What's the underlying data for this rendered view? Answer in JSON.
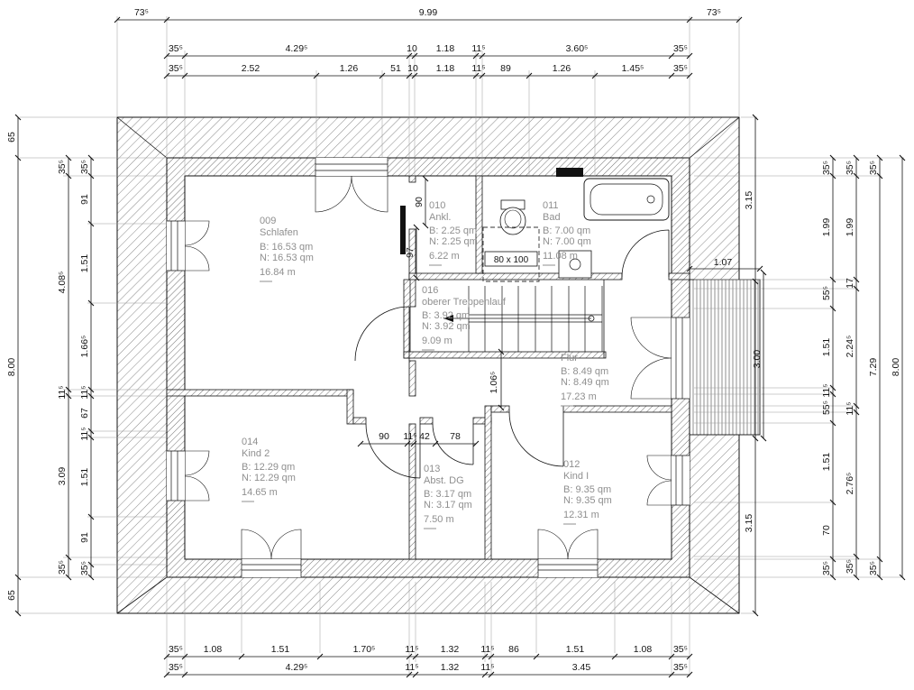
{
  "colors": {
    "line": "#141414",
    "room_text": "#8f8f8f"
  },
  "skylight_label": "80 x 100",
  "rooms": [
    {
      "id": "009",
      "name": "Schlafen",
      "b": "B: 16.53 qm",
      "n": "N: 16.53 qm",
      "u": "16.84 m"
    },
    {
      "id": "010",
      "name": "Ankl.",
      "b": "B: 2.25 qm",
      "n": "N: 2.25 qm",
      "u": "6.22 m"
    },
    {
      "id": "011",
      "name": "Bad",
      "b": "B: 7.00 qm",
      "n": "N: 7.00 qm",
      "u": "11.08 m"
    },
    {
      "id": "016",
      "name": "oberer Treppenlauf",
      "b": "B: 3.92 qm",
      "n": "N: 3.92 qm",
      "u": "9.09 m"
    },
    {
      "id": "",
      "name": "Flur",
      "b": "B: 8.49 qm",
      "n": "N: 8.49 qm",
      "u": "17.23 m"
    },
    {
      "id": "014",
      "name": "Kind 2",
      "b": "B: 12.29 qm",
      "n": "N: 12.29 qm",
      "u": "14.65 m"
    },
    {
      "id": "013",
      "name": "Abst. DG",
      "b": "B: 3.17 qm",
      "n": "N: 3.17 qm",
      "u": "7.50 m"
    },
    {
      "id": "012",
      "name": "Kind I",
      "b": "B: 9.35 qm",
      "n": "N: 9.35 qm",
      "u": "12.31 m"
    }
  ],
  "dims": {
    "top1": [
      "73⁵",
      "9.99",
      "73⁵"
    ],
    "top2": [
      "35⁵",
      "4.29⁵",
      "10",
      "1.18",
      "11⁵",
      "3.60⁵",
      "35⁵"
    ],
    "top3": [
      "35⁵",
      "2.52",
      "1.26",
      "51",
      "10",
      "1.18",
      "11⁵",
      "89",
      "1.26",
      "1.45⁵",
      "35⁵"
    ],
    "bottom1": [
      "35⁵",
      "1.08",
      "1.51",
      "1.70⁵",
      "11⁵",
      "1.32",
      "11⁵",
      "86",
      "1.51",
      "1.08",
      "35⁵"
    ],
    "bottom2": [
      "35⁵",
      "4.29⁵",
      "11⁵",
      "1.32",
      "11⁵",
      "3.45",
      "35⁵"
    ],
    "left_outer": [
      "65",
      "8.00",
      "65"
    ],
    "left_mid": [
      "35⁵",
      "4.08⁵",
      "11⁵",
      "3.09",
      "35⁵"
    ],
    "left_inner": [
      "35⁵",
      "91",
      "1.51",
      "1.66⁵",
      "11⁵",
      "67",
      "11⁵",
      "1.51",
      "91",
      "35⁵"
    ],
    "right_roof": [
      "3.15",
      "3.00",
      "3.15"
    ],
    "right_inner": [
      "35⁵",
      "1.99",
      "55⁵",
      "1.51",
      "11⁵",
      "55⁵",
      "1.51",
      "70",
      "35⁵"
    ],
    "right_mid": [
      "35⁵",
      "1.99",
      "17",
      "2.24⁵",
      "11⁵",
      "2.76⁵",
      "35⁵"
    ],
    "right_outer2": [
      "35⁵",
      "7.29",
      "35⁵"
    ],
    "right_outer": [
      "8.00"
    ],
    "balcony_depth": "1.07",
    "interior": {
      "ankl_door": "90",
      "ankl_width": "97",
      "corridor": [
        "90",
        "11⁵",
        "42",
        "78"
      ],
      "flur_width": "1.06⁵"
    }
  }
}
